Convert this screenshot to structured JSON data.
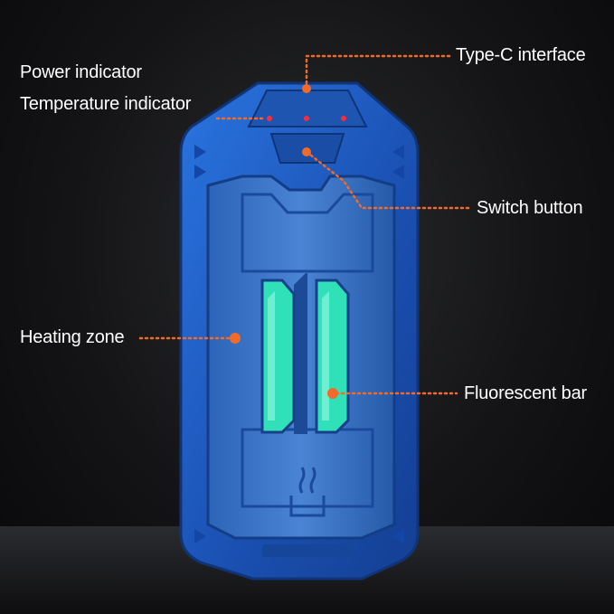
{
  "labels": {
    "power_indicator": "Power indicator",
    "temperature_indicator": "Temperature indicator",
    "type_c_interface": "Type-C interface",
    "switch_button": "Switch button",
    "heating_zone": "Heating zone",
    "fluorescent_bar": "Fluorescent bar"
  },
  "colors": {
    "device_blue": "#1f5fc4",
    "leader_orange": "#f26a2a",
    "fluorescent": "#2fe0b8"
  }
}
